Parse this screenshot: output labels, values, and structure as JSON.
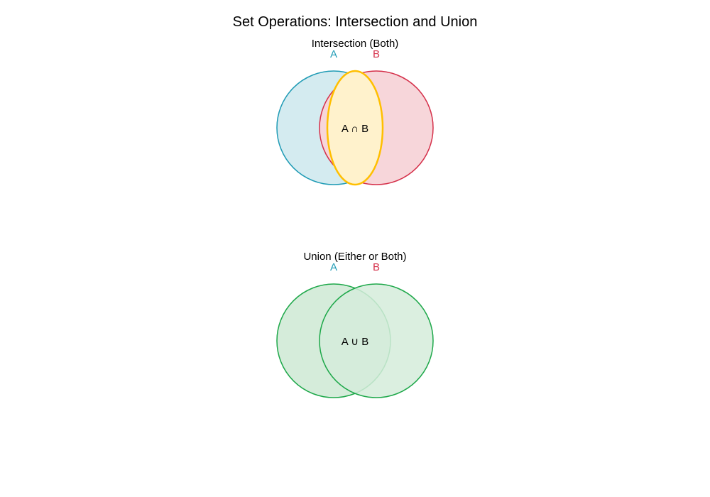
{
  "title": "Set Operations: Intersection and Union",
  "colors": {
    "set_a_stroke": "#1f9bb5",
    "set_a_fill": "#d4ebf0",
    "set_b_stroke": "#d5304a",
    "set_b_fill": "#f7d6da",
    "intersection_stroke": "#ffbf00",
    "intersection_fill": "#fff2cc",
    "union_stroke": "#1ea84a",
    "union_fill": "#d5ecda"
  },
  "intersection": {
    "subtitle": "Intersection (Both)",
    "set_a": "A",
    "set_b": "B",
    "center_label": "A ∩ B"
  },
  "union": {
    "subtitle": "Union (Either or Both)",
    "set_a": "A",
    "set_b": "B",
    "center_label": "A ∪ B"
  }
}
